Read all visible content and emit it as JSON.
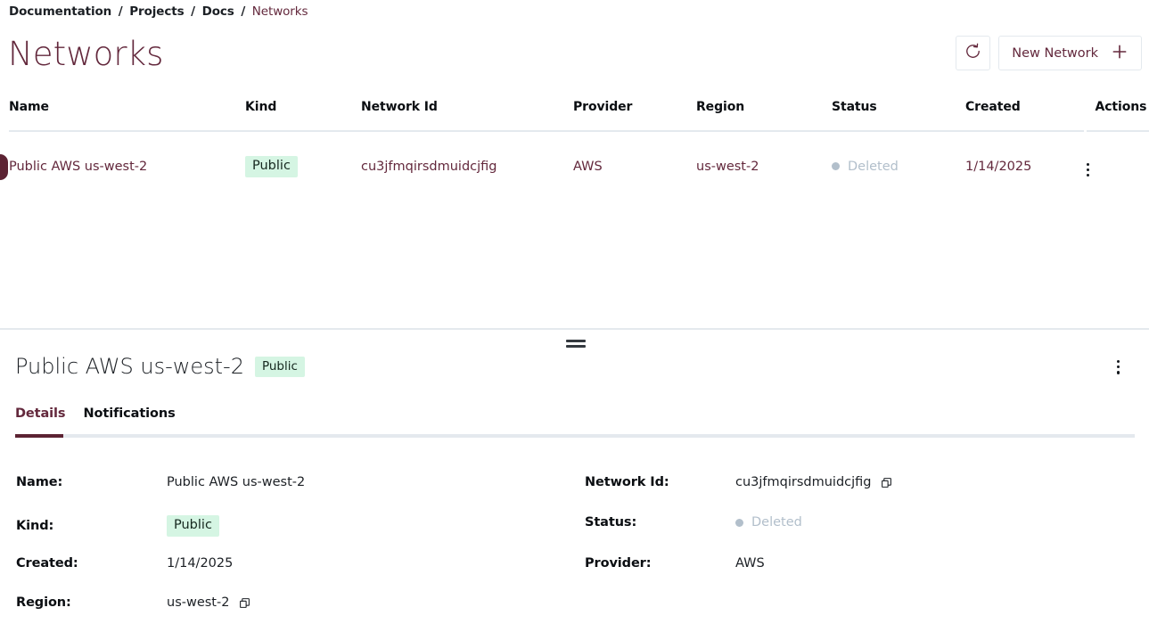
{
  "breadcrumb": {
    "items": [
      "Documentation",
      "Projects",
      "Docs",
      "Networks"
    ],
    "separator": "/"
  },
  "header": {
    "title": "Networks",
    "refresh_label": "refresh-icon",
    "new_network_label": "New Network",
    "plus_label": "+"
  },
  "table": {
    "columns": [
      "Name",
      "Kind",
      "Network Id",
      "Provider",
      "Region",
      "Status",
      "Created",
      "Actions"
    ],
    "rows": [
      {
        "name": "Public AWS us-west-2",
        "kind": "Public",
        "network_id": "cu3jfmqirsdmuidcjfig",
        "provider": "AWS",
        "region": "us-west-2",
        "status": "Deleted",
        "created": "1/14/2025",
        "selected": true
      }
    ]
  },
  "detail": {
    "title": "Public AWS us-west-2",
    "kind_chip": "Public",
    "tabs": [
      {
        "label": "Details",
        "active": true
      },
      {
        "label": "Notifications",
        "active": false
      }
    ],
    "fields": {
      "name_label": "Name:",
      "name_value": "Public AWS us-west-2",
      "kind_label": "Kind:",
      "kind_value": "Public",
      "created_label": "Created:",
      "created_value": "1/14/2025",
      "region_label": "Region:",
      "region_value": "us-west-2",
      "network_id_label": "Network Id:",
      "network_id_value": "cu3jfmqirsdmuidcjfig",
      "status_label": "Status:",
      "status_value": "Deleted",
      "provider_label": "Provider:",
      "provider_value": "AWS"
    }
  },
  "colors": {
    "accent": "#5c2333",
    "accent_text": "#63283c",
    "chip_bg": "#d5f5e3",
    "status_muted": "#b2bfcb",
    "divider": "#e4e9ee"
  }
}
